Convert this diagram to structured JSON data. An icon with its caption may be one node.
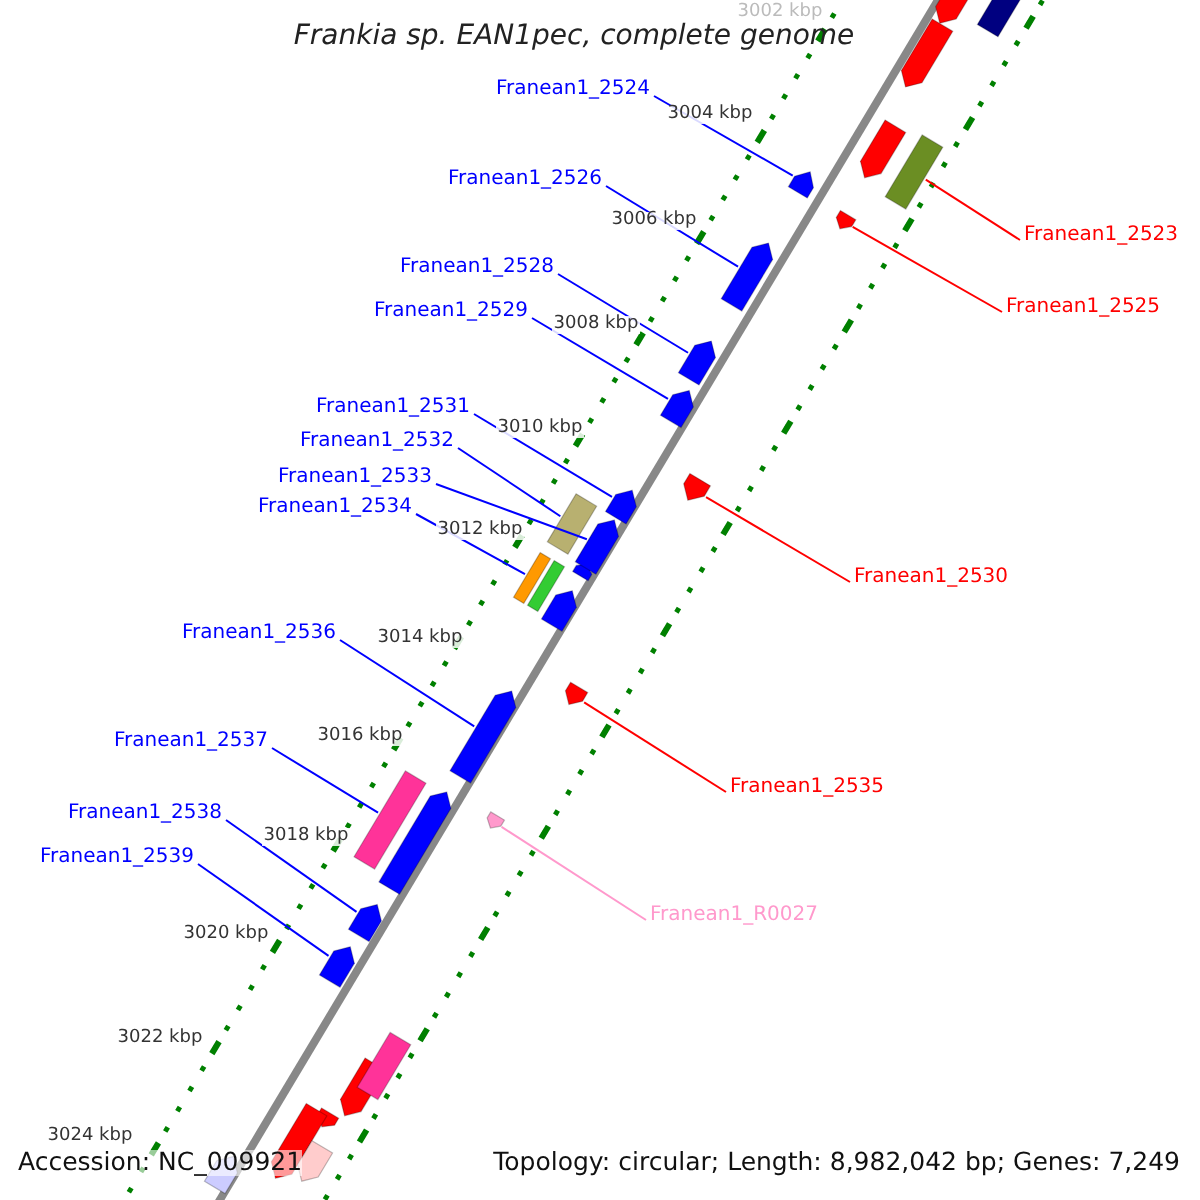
{
  "diagram": {
    "title": "Frankia sp. EAN1pec, complete genome",
    "nodes": [
      {
        "text": [
          "Franean1_2524"
        ]
      },
      {
        "text": [
          "Franean1_2526"
        ]
      },
      {
        "text": [
          "Franean1_2528"
        ]
      },
      {
        "text": [
          "Franean1_2529"
        ]
      },
      {
        "text": [
          "Franean1_2531"
        ]
      },
      {
        "text": [
          "Franean1_2532"
        ]
      },
      {
        "text": [
          "Franean1_2533"
        ]
      },
      {
        "text": [
          "Franean1_2534"
        ]
      },
      {
        "text": [
          "Franean1_2536"
        ]
      },
      {
        "text": [
          "Franean1_2537"
        ]
      },
      {
        "text": [
          "Franean1_2538"
        ]
      },
      {
        "text": [
          "Franean1_2539"
        ]
      },
      {
        "text": [
          "Franean1_2523"
        ]
      },
      {
        "text": [
          "Franean1_2525"
        ]
      },
      {
        "text": [
          "Franean1_2530"
        ]
      },
      {
        "text": [
          "Franean1_2535"
        ]
      },
      {
        "text": [
          "Franean1_R0027"
        ]
      },
      {
        "text": [],
        "shape": "arrow"
      },
      {
        "text": [],
        "shape": "arrow"
      },
      {
        "text": [],
        "shape": "arrow"
      },
      {
        "text": [],
        "shape": "arrow"
      },
      {
        "text": [],
        "shape": "arrow"
      },
      {
        "text": [],
        "shape": "box"
      },
      {
        "text": [],
        "shape": "arrow"
      },
      {
        "text": [],
        "shape": "box"
      },
      {
        "text": [],
        "shape": "arrow"
      },
      {
        "text": [],
        "shape": "box"
      },
      {
        "text": [],
        "shape": "arrow"
      },
      {
        "text": [],
        "shape": "arrow"
      },
      {
        "text": [],
        "shape": "box"
      },
      {
        "text": [],
        "shape": "arrow"
      },
      {
        "text": [],
        "shape": "arrow"
      },
      {
        "text": [],
        "shape": "arrow"
      },
      {
        "text": [],
        "shape": "arrow"
      },
      {
        "text": [],
        "shape": "arrow"
      }
    ],
    "edges": [
      {
        "from": 0,
        "to": 17,
        "arrow": "none"
      },
      {
        "from": 1,
        "to": 18,
        "arrow": "none"
      },
      {
        "from": 2,
        "to": 19,
        "arrow": "none"
      },
      {
        "from": 3,
        "to": 20,
        "arrow": "none"
      },
      {
        "from": 4,
        "to": 21,
        "arrow": "none"
      },
      {
        "from": 5,
        "to": 22,
        "arrow": "none"
      },
      {
        "from": 6,
        "to": 23,
        "arrow": "none"
      },
      {
        "from": 7,
        "to": 24,
        "arrow": "none"
      },
      {
        "from": 8,
        "to": 25,
        "arrow": "none"
      },
      {
        "from": 9,
        "to": 26,
        "arrow": "none"
      },
      {
        "from": 10,
        "to": 27,
        "arrow": "none"
      },
      {
        "from": 11,
        "to": 28,
        "arrow": "none"
      },
      {
        "from": 12,
        "to": 29,
        "arrow": "none",
        "color": "#ff0000"
      },
      {
        "from": 13,
        "to": 30,
        "arrow": "none",
        "color": "#ff0000"
      },
      {
        "from": 14,
        "to": 31,
        "arrow": "none",
        "color": "#ff0000"
      },
      {
        "from": 15,
        "to": 32,
        "arrow": "none",
        "color": "#ff0000"
      },
      {
        "from": 16,
        "to": 33,
        "arrow": "none",
        "color": "#ff99cc"
      }
    ],
    "labels": [
      "3002 kbp",
      "3004 kbp",
      "3006 kbp",
      "3008 kbp",
      "3010 kbp",
      "3012 kbp",
      "3014 kbp",
      "3016 kbp",
      "3018 kbp",
      "3020 kbp",
      "3022 kbp",
      "3024 kbp",
      "Accession: NC_009921",
      "Topology: circular; Length: 8,982,042 bp; Genes: 7,249"
    ]
  }
}
